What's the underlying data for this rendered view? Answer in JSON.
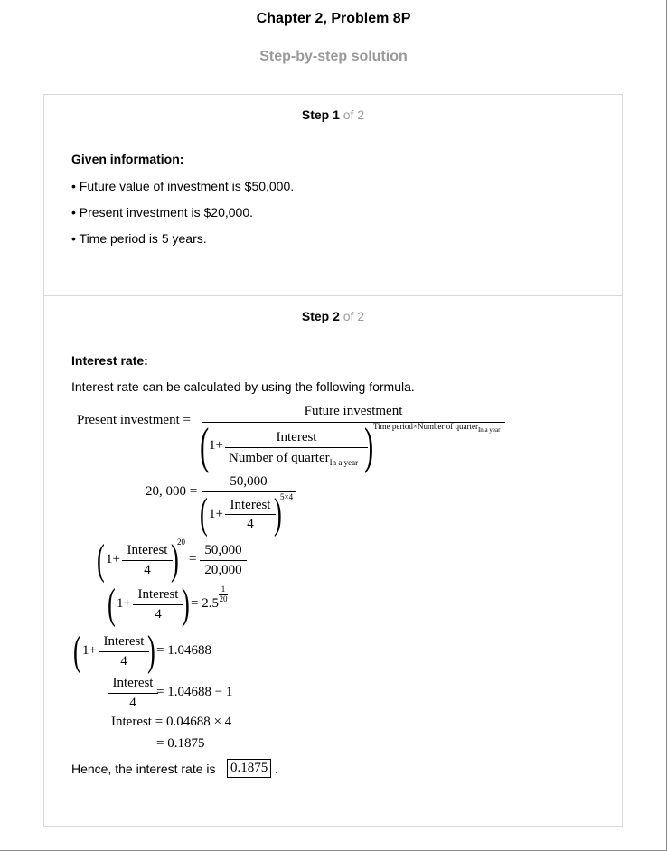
{
  "header": {
    "title": "Chapter 2, Problem 8P",
    "subtitle": "Step-by-step solution"
  },
  "step1": {
    "step_label": "Step 1",
    "of_label": "of 2",
    "section_title": "Given information:",
    "bullets": [
      "• Future value of investment is $50,000.",
      "• Present investment is $20,000.",
      "• Time period is 5 years."
    ]
  },
  "step2": {
    "step_label": "Step 2",
    "of_label": "of 2",
    "section_title": "Interest rate:",
    "intro": "Interest rate can be calculated by using the following formula.",
    "eq1": {
      "lhs": "Present investment =",
      "numerator": "Future investment",
      "inner_num": "Interest",
      "inner_den": "Number of quarter",
      "inner_den_sub": "In a year",
      "one_plus": "1+",
      "exponent": "Time period×Number of quarter",
      "exponent_sub": "In a year"
    },
    "eq2": {
      "lhs": "20, 000 =",
      "numerator": "50,000",
      "one_plus": "1+",
      "inner_num": "Interest",
      "inner_den": "4",
      "exponent": "5×4"
    },
    "eq3": {
      "one_plus": "1+",
      "inner_num": "Interest",
      "inner_den": "4",
      "exponent": "20",
      "eq": "=",
      "rhs_num": "50,000",
      "rhs_den": "20,000"
    },
    "eq4": {
      "one_plus": "1+",
      "inner_num": "Interest",
      "inner_den": "4",
      "rhs": "= 2.5",
      "exp_num": "1",
      "exp_den": "20"
    },
    "eq5": {
      "one_plus": "1+",
      "inner_num": "Interest",
      "inner_den": "4",
      "rhs": "= 1.04688"
    },
    "eq6": {
      "num": "Interest",
      "den": "4",
      "rhs": "= 1.04688 − 1"
    },
    "eq7": {
      "text": "Interest = 0.04688 × 4"
    },
    "eq8": {
      "text": "= 0.1875"
    },
    "conclusion_prefix": "Hence, the interest rate is",
    "answer": "0.1875",
    "conclusion_suffix": "."
  }
}
